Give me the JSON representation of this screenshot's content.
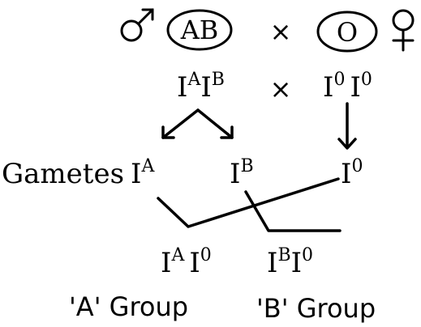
{
  "parents": {
    "male_symbol": "male-symbol-icon",
    "female_symbol": "female-symbol-icon",
    "male_blood_group": "AB",
    "female_blood_group": "O",
    "cross_symbol": "×"
  },
  "genotypes": {
    "male_allele_1_base": "I",
    "male_allele_1_sup": "A",
    "male_allele_2_base": "I",
    "male_allele_2_sup": "B",
    "cross_symbol": "×",
    "female_allele_1_base": "I",
    "female_allele_1_sup": "0",
    "female_allele_2_base": "I",
    "female_allele_2_sup": "0"
  },
  "gametes": {
    "label": "Gametes",
    "g1_base": "I",
    "g1_sup": "A",
    "g2_base": "I",
    "g2_sup": "B",
    "g3_base": "I",
    "g3_sup": "0"
  },
  "offspring": [
    {
      "allele_1_base": "I",
      "allele_1_sup": "A",
      "allele_2_base": "I",
      "allele_2_sup": "0",
      "group": "'A' Group"
    },
    {
      "allele_1_base": "I",
      "allele_1_sup": "B",
      "allele_2_base": "I",
      "allele_2_sup": "0",
      "group": "'B' Group"
    }
  ]
}
